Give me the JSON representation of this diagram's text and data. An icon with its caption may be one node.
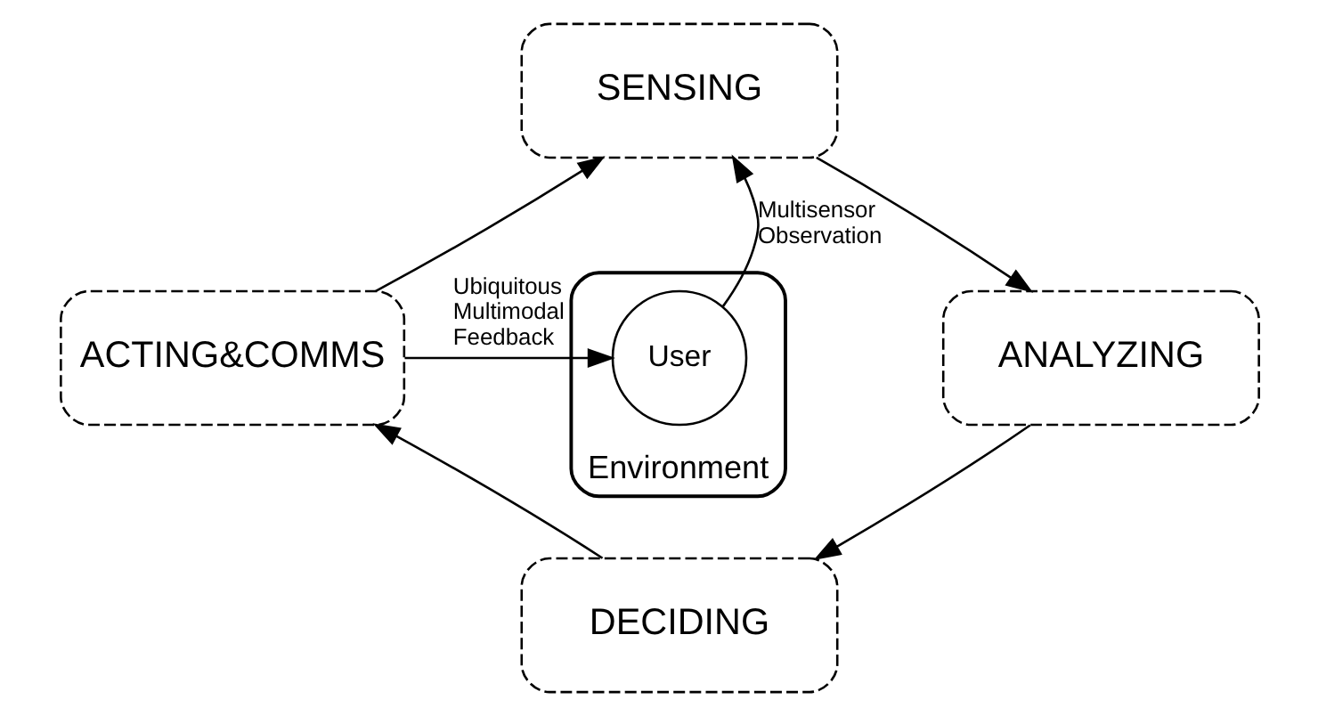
{
  "diagram": {
    "nodes": [
      {
        "text": [
          "SENSING"
        ]
      },
      {
        "text": [
          "ANALYZING"
        ]
      },
      {
        "text": [
          "DECIDING"
        ]
      },
      {
        "text": [
          "ACTING&COMMS"
        ]
      },
      {
        "text": [
          "Environment"
        ]
      },
      {
        "text": [
          "User"
        ],
        "in": 4
      }
    ],
    "edges": [
      {
        "from": 0,
        "to": 1,
        "arrow": "to"
      },
      {
        "from": 1,
        "to": 2,
        "arrow": "to"
      },
      {
        "from": 2,
        "to": 3,
        "arrow": "to"
      },
      {
        "from": 3,
        "to": 0,
        "arrow": "to"
      },
      {
        "from": 5,
        "to": 0,
        "arrow": "to",
        "label": "Multisensor Observation"
      },
      {
        "from": 3,
        "to": 5,
        "arrow": "to",
        "label": "Ubiquitous Multimodal Feedback"
      }
    ]
  }
}
